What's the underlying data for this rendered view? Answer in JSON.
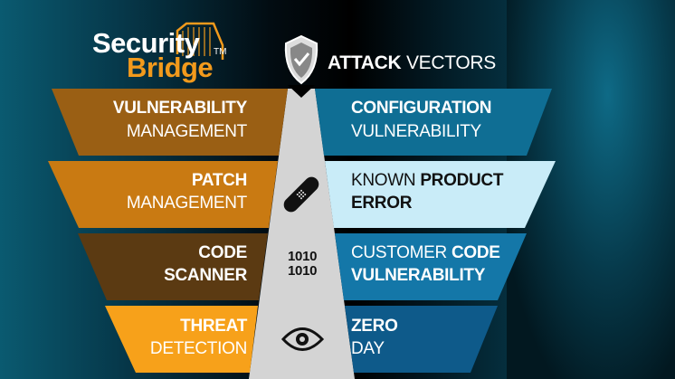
{
  "logo": {
    "line1": "Security",
    "line2": "Bridge",
    "trademark": "TM"
  },
  "title": {
    "bold": "ATTACK",
    "regular": "VECTORS"
  },
  "colors": {
    "orange": "#f29a1c",
    "grey": "#d4d4d4"
  },
  "left_rows": [
    {
      "line1": "VULNERABILITY",
      "line2": "MANAGEMENT",
      "color": "#9a5f14"
    },
    {
      "line1": "PATCH",
      "line2": "MANAGEMENT",
      "color": "#c97a12"
    },
    {
      "line1": "CODE",
      "line2": "SCANNER",
      "color": "#5b3a12"
    },
    {
      "line1": "THREAT",
      "line2": "DETECTION",
      "color": "#f7a11a"
    }
  ],
  "right_rows": [
    {
      "a": "CONFIGURATION",
      "b": "VULNERABILITY",
      "color": "#0f6e94"
    },
    {
      "a": "KNOWN ",
      "a_bold": "PRODUCT",
      "b": "ERROR",
      "color": "#c9ecf8"
    },
    {
      "a": "CUSTOMER ",
      "a_bold": "CODE",
      "b": "VULNERABILITY",
      "color": "#1477a8"
    },
    {
      "a": "ZERO",
      "b": "DAY",
      "color": "#0e5a8a"
    }
  ],
  "icons": [
    "shield-check-icon",
    "bandage-icon",
    "binary-icon",
    "eye-icon"
  ],
  "binary_text": [
    "1010",
    "1010"
  ]
}
